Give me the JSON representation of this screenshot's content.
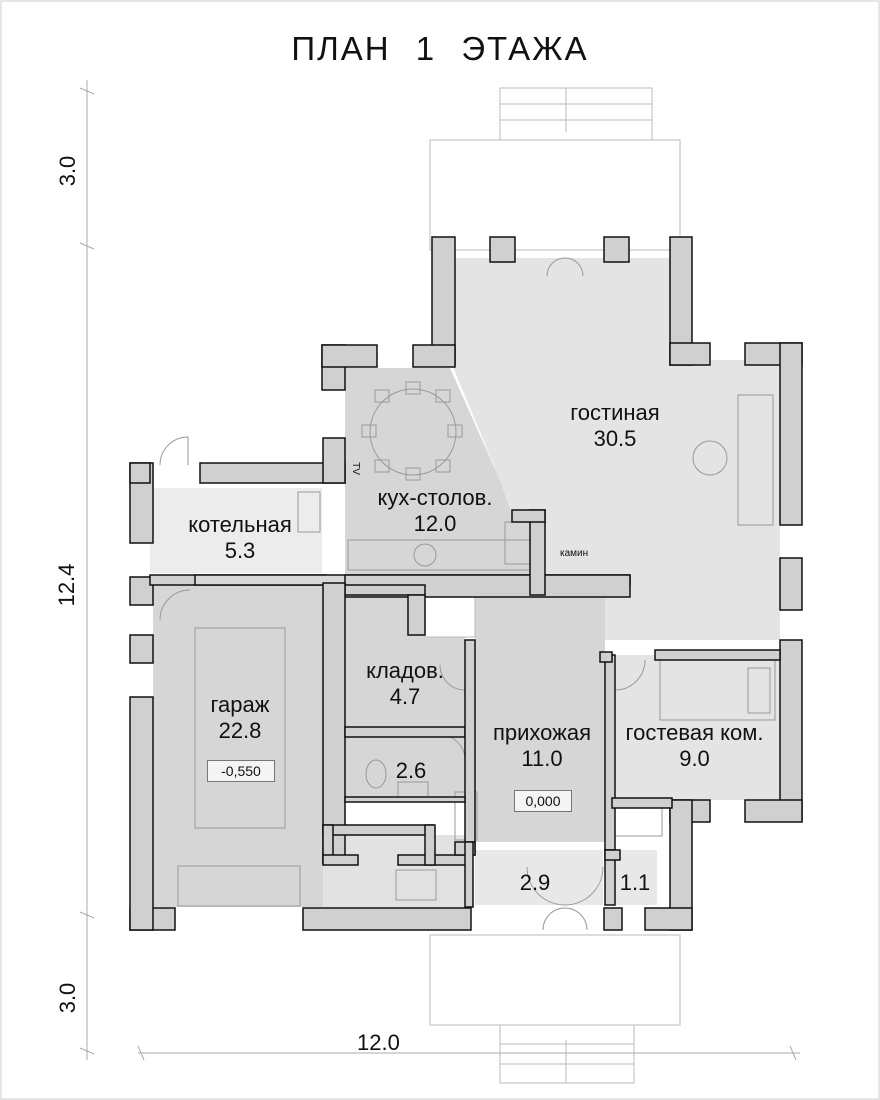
{
  "title": "ПЛАН 1 ЭТАЖА",
  "rooms": [
    {
      "name": "гостиная",
      "area": "30.5"
    },
    {
      "name": "кух-столов.",
      "area": "12.0"
    },
    {
      "name": "котельная",
      "area": "5.3"
    },
    {
      "name": "гараж",
      "area": "22.8"
    },
    {
      "name": "кладов.",
      "area": "4.7"
    },
    {
      "name": "прихожая",
      "area": "11.0"
    },
    {
      "name": "гостевая ком.",
      "area": "9.0"
    },
    {
      "name": "",
      "area": "2.6"
    },
    {
      "name": "",
      "area": "2.9"
    },
    {
      "name": "",
      "area": "1.1"
    }
  ],
  "levels": {
    "garage": "-0,550",
    "hall": "0,000"
  },
  "annotations": {
    "tv": "TV",
    "fireplace": "камин"
  },
  "dimensions": {
    "top_porch": "3.0",
    "height": "12.4",
    "bottom_porch": "3.0",
    "width": "12.0"
  },
  "colors": {
    "wall": "#d0d0d0",
    "wall_stroke": "#111111",
    "floor": "#e4e4e4",
    "floor_dark": "#d6d6d6",
    "floor_light": "#ececec"
  }
}
